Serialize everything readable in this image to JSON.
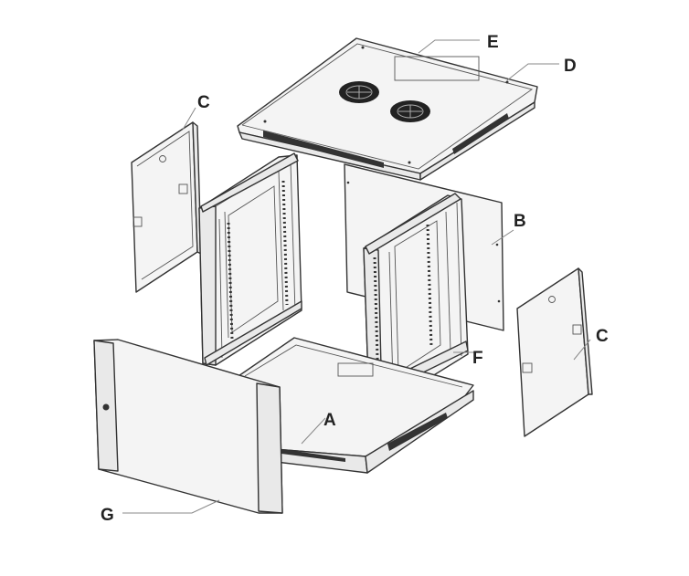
{
  "labels": {
    "a": "A",
    "b": "B",
    "c_left": "C",
    "c_right": "C",
    "d": "D",
    "e": "E",
    "f": "F",
    "g": "G"
  }
}
